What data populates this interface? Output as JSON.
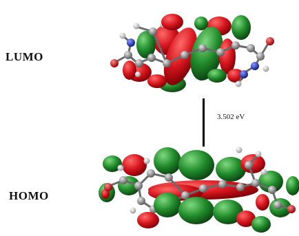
{
  "labels": {
    "lumo": "LUMO",
    "homo": "HOMO"
  },
  "energy_gap": {
    "value": "3.502 eV"
  },
  "colors": {
    "positive_lobe": "#d4141c",
    "negative_lobe": "#1f8a2a",
    "carbon": "#8a8a8a",
    "hydrogen": "#f2f2f2",
    "oxygen": "#e0171d",
    "nitrogen": "#2a3fd6",
    "bond": "#6a6a6a",
    "gap_line": "#000000"
  }
}
